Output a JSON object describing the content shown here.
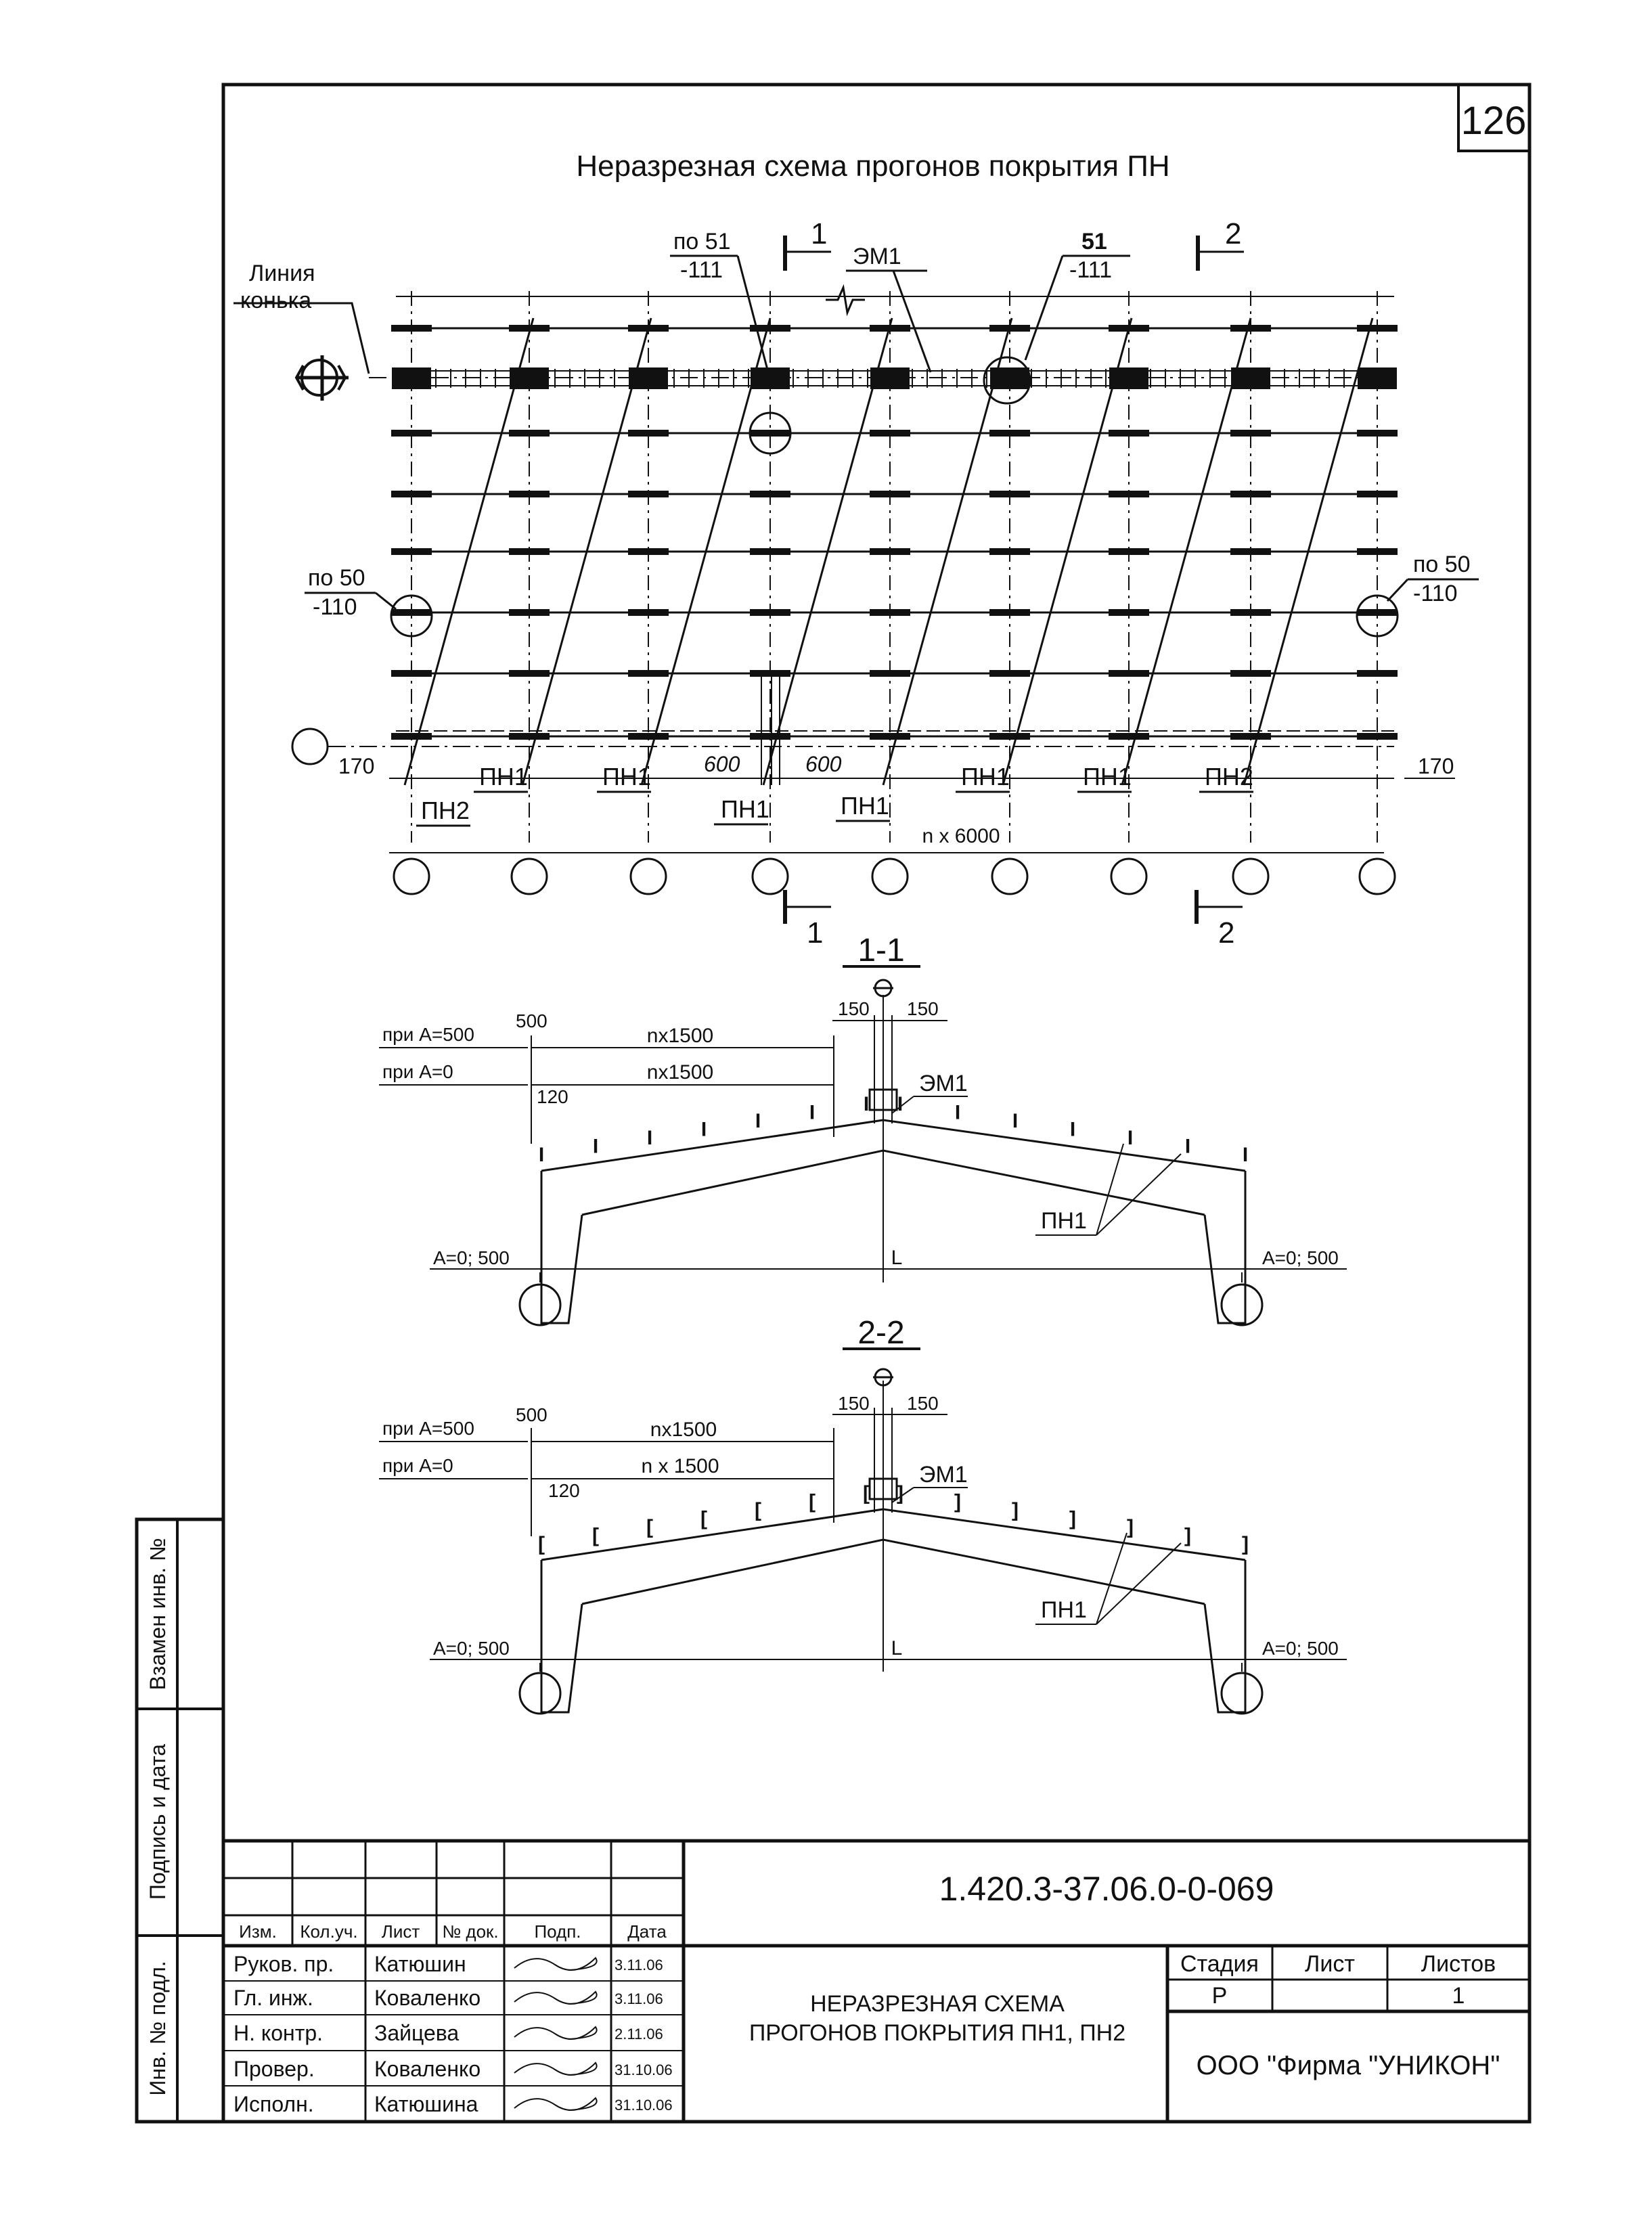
{
  "sheet": {
    "number": "126",
    "title": "Неразрезная схема прогонов покрытия ПН",
    "designation": "1.420.3-37.06.0-0-069",
    "name_line1": "НЕРАЗРЕЗНАЯ СХЕМА",
    "name_line2": "ПРОГОНОВ ПОКРЫТИЯ ПН1, ПН2",
    "organization": "ООО \"Фирма \"УНИКОН\"",
    "stage_header": "Стадия",
    "sheet_header": "Лист",
    "sheets_header": "Листов",
    "stage": "Р",
    "sheet_value": "",
    "sheets_total": "1"
  },
  "side_stamp": {
    "replace_inv": "Взамен инв. №",
    "sign_date": "Подпись и дата",
    "inv_orig": "Инв. № подл."
  },
  "title_block": {
    "columns": [
      "Изм.",
      "Кол.уч.",
      "Лист",
      "№ док.",
      "Подп.",
      "Дата"
    ],
    "rows": [
      {
        "role": "Руков. пр.",
        "name": "Катюшин",
        "date": "3.11.06"
      },
      {
        "role": "Гл. инж.",
        "name": "Коваленко",
        "date": "3.11.06"
      },
      {
        "role": "Н. контр.",
        "name": "Зайцева",
        "date": "2.11.06"
      },
      {
        "role": "Провер.",
        "name": "Коваленко",
        "date": "31.10.06"
      },
      {
        "role": "Исполн.",
        "name": "Катюшина",
        "date": "31.10.06"
      }
    ]
  },
  "plan": {
    "ridge_line_1": "Линия",
    "ridge_line_2": "конька",
    "ref_51a": "по 51",
    "ref_111a": "-111",
    "section1_mark": "1",
    "em1": "ЭМ1",
    "ref_51b": "51",
    "ref_111b": "-111",
    "section2_mark": "2",
    "ref_50_left": "по 50",
    "ref_110_left": "-110",
    "ref_50_right": "по 50",
    "ref_110_right": "-110",
    "dim_170_left": "170",
    "dim_170_right": "170",
    "dim_600_left": "600",
    "dim_600_right": "600",
    "pn1_a": "ПН1",
    "pn1_b": "ПН1",
    "pn1_c": "ПН1",
    "pn1_d": "ПН1",
    "pn1_e": "ПН1",
    "pn1_f": "ПН1",
    "pn2_left": "ПН2",
    "pn2_right": "ПН2",
    "span_dim": "n x 6000",
    "section1_mark_bottom": "1",
    "section2_mark_bottom": "2"
  },
  "section_1": {
    "title": "1-1",
    "a500": "при А=500",
    "a0": "при А=0",
    "d500": "500",
    "d120": "120",
    "n1500_top": "nx1500",
    "n1500_bottom": "nx1500",
    "d150_left": "150",
    "d150_right": "150",
    "em1": "ЭМ1",
    "pn1": "ПН1",
    "support_left": "А=0; 500",
    "support_right": "А=0; 500",
    "span": "L"
  },
  "section_2": {
    "title": "2-2",
    "a500": "при А=500",
    "a0": "при А=0",
    "d500": "500",
    "d120": "120",
    "n1500_top": "nx1500",
    "n1500_bottom": "n x 1500",
    "d150_left": "150",
    "d150_right": "150",
    "em1": "ЭМ1",
    "pn1": "ПН1",
    "support_left": "А=0; 500",
    "support_right": "А=0; 500",
    "span": "L"
  }
}
